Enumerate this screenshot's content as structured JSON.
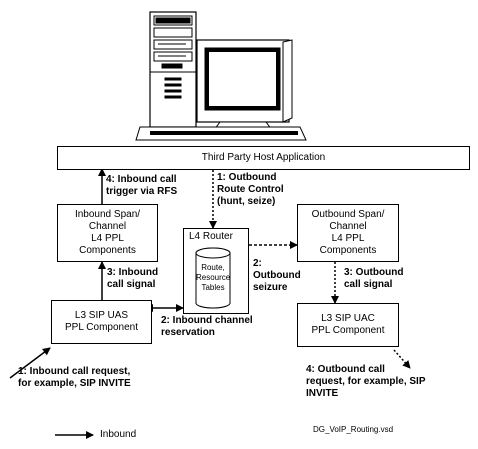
{
  "host": {
    "label": "Third Party Host Application"
  },
  "inbound_span": {
    "lines": [
      "Inbound Span/",
      "Channel",
      "L4 PPL",
      "Components"
    ]
  },
  "outbound_span": {
    "lines": [
      "Outbound Span/",
      "Channel",
      "L4 PPL",
      "Components"
    ]
  },
  "router": {
    "title": "L4 Router",
    "tables": [
      "Route,",
      "Resource",
      "Tables"
    ]
  },
  "sip_uas": {
    "lines": [
      "L3 SIP UAS",
      "PPL Component"
    ]
  },
  "sip_uac": {
    "lines": [
      "L3 SIP UAC",
      "PPL Component"
    ]
  },
  "labels": {
    "step4_in": [
      "4: Inbound call",
      "trigger via RFS"
    ],
    "step1_out": [
      "1: Outbound",
      "Route Control",
      "(hunt, seize)"
    ],
    "step3_in": [
      "3: Inbound",
      "call signal"
    ],
    "step2_out": [
      "2:",
      "Outbound",
      "seizure"
    ],
    "step3_out": [
      "3: Outbound",
      "call signal"
    ],
    "step2_in": [
      "2: Inbound channel",
      "reservation"
    ],
    "step1_in": [
      "1: Inbound call request,",
      "for example, SIP INVITE"
    ],
    "step4_out": [
      "4: Outbound call",
      "request, for example, SIP",
      "INVITE"
    ]
  },
  "legend": {
    "label": "Inbound"
  },
  "filename": "DG_VoIP_Routing.vsd"
}
